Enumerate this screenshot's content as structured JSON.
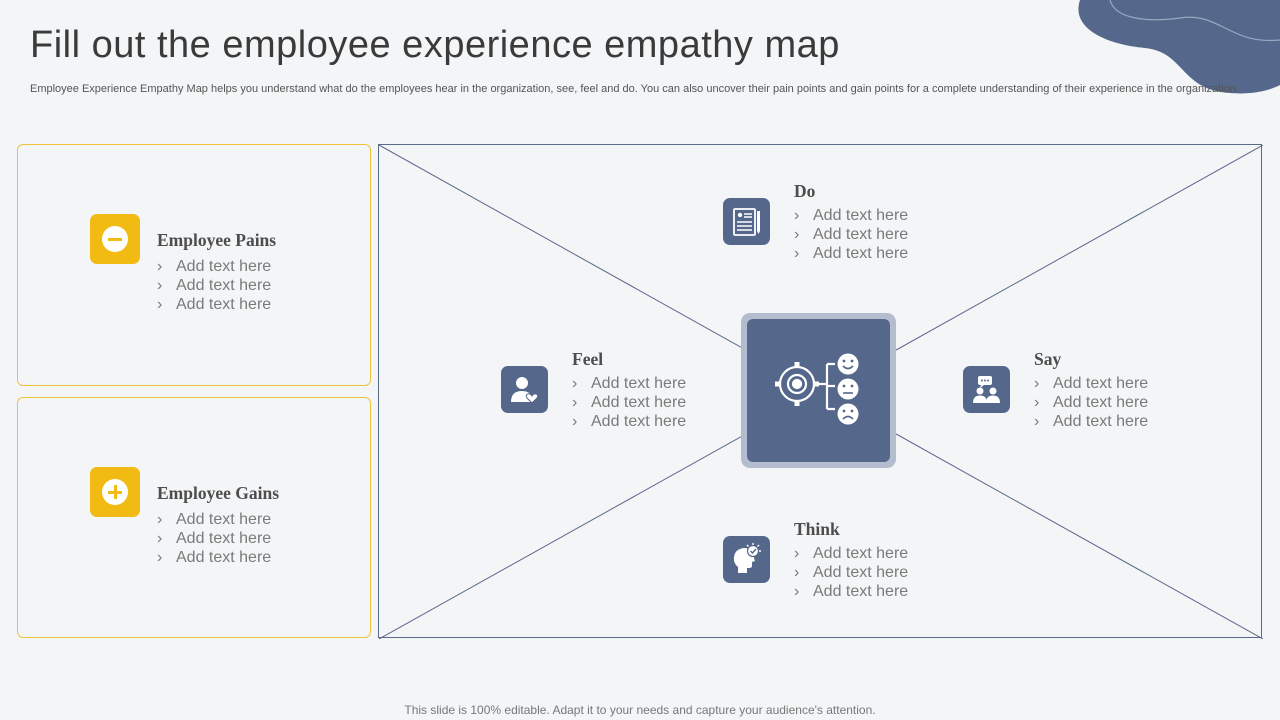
{
  "slide": {
    "title": "Fill out the employee experience empathy map",
    "subtitle": "Employee Experience Empathy Map helps you understand what do the employees hear in the organization, see, feel and do. You can also uncover their pain points and gain points for a complete understanding of their experience in the organization.",
    "footer": "This slide is 100% editable. Adapt it to your needs and capture your audience's attention."
  },
  "colors": {
    "accent_yellow": "#f2bb14",
    "accent_blue": "#56678c",
    "box_border_yellow": "#f0c13c",
    "background": "#f3f5f7"
  },
  "bullet_glyph": "›",
  "pains": {
    "icon": "minus-circle-icon",
    "heading": "Employee Pains",
    "items": [
      "Add text here",
      "Add text here",
      "Add text here"
    ]
  },
  "gains": {
    "icon": "plus-circle-icon",
    "heading": "Employee Gains",
    "items": [
      "Add text here",
      "Add text here",
      "Add text here"
    ]
  },
  "quadrants": {
    "do": {
      "icon": "document-pen-icon",
      "heading": "Do",
      "items": [
        "Add text here",
        "Add text here",
        "Add text here"
      ]
    },
    "feel": {
      "icon": "user-heart-icon",
      "heading": "Feel",
      "items": [
        "Add text here",
        "Add text here",
        "Add text here"
      ]
    },
    "say": {
      "icon": "chat-people-icon",
      "heading": "Say",
      "items": [
        "Add text here",
        "Add text here",
        "Add text here"
      ]
    },
    "think": {
      "icon": "head-idea-icon",
      "heading": "Think",
      "items": [
        "Add text here",
        "Add text here",
        "Add text here"
      ]
    }
  },
  "center": {
    "icon": "gear-emotions-icon"
  }
}
